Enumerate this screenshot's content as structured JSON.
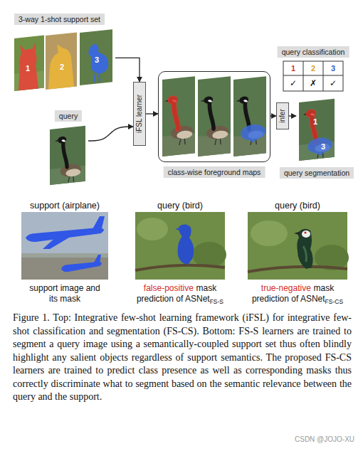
{
  "diagram": {
    "caption": "Figure 1. Top: Integrative few-shot learning framework (iFSL) for integrative few-shot classification and segmentation (FS-CS). Bottom: FS-S learners are trained to segment a query image using a semantically-coupled support set thus often blindly highlight any salient objects regardless of support semantics. The proposed FS-CS learners are trained to predict class presence as well as corresponding masks thus correctly discriminate what to segment based on the semantic relevance between the query and the support.",
    "nodes": [
      {
        "text": [
          "3-way 1-shot support set"
        ]
      },
      {
        "text": [
          "query"
        ]
      },
      {
        "text": [
          "iFSL learner"
        ]
      },
      {
        "text": [
          "class-wise foreground maps"
        ]
      },
      {
        "text": [
          "infer"
        ]
      },
      {
        "text": [
          "query classification"
        ]
      },
      {
        "text": [
          "query segmentation"
        ]
      }
    ],
    "edges": [
      {
        "from": 0,
        "to": 2,
        "arrow": "to"
      },
      {
        "from": 1,
        "to": 2,
        "arrow": "to"
      },
      {
        "from": 2,
        "to": 3,
        "arrow": "to"
      },
      {
        "from": 3,
        "to": 4,
        "arrow": "to"
      },
      {
        "from": 4,
        "to": 6,
        "arrow": "to"
      }
    ],
    "labels": [
      "1",
      "2",
      "3",
      "1",
      "2",
      "3",
      "✓",
      "✗",
      "✓",
      "1",
      "3",
      "support (airplane)",
      "query (bird)",
      "query (bird)",
      "support image and its mask",
      "false-positive",
      "mask prediction of ASNet",
      "FS-S",
      "true-negative",
      "mask prediction of ASNet",
      "FS-CS",
      "CSDN @JOJO-XU"
    ]
  }
}
